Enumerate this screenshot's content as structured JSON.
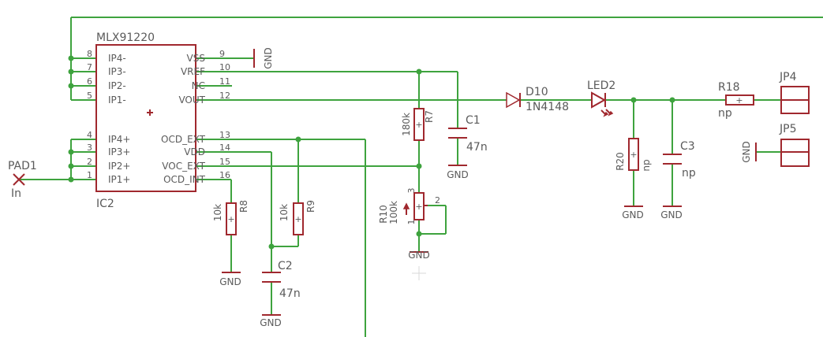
{
  "ic2": {
    "part": "MLX91220",
    "ref": "IC2",
    "left_pins": [
      {
        "num": "8",
        "name": "IP4-"
      },
      {
        "num": "7",
        "name": "IP3-"
      },
      {
        "num": "6",
        "name": "IP2-"
      },
      {
        "num": "5",
        "name": "IP1-"
      },
      {
        "num": "4",
        "name": "IP4+"
      },
      {
        "num": "3",
        "name": "IP3+"
      },
      {
        "num": "2",
        "name": "IP2+"
      },
      {
        "num": "1",
        "name": "IP1+"
      }
    ],
    "right_pins": [
      {
        "num": "9",
        "name": "VSS"
      },
      {
        "num": "10",
        "name": "VREF"
      },
      {
        "num": "11",
        "name": "NC"
      },
      {
        "num": "12",
        "name": "VOUT"
      },
      {
        "num": "13",
        "name": "OCD_EXT"
      },
      {
        "num": "14",
        "name": "VDD"
      },
      {
        "num": "15",
        "name": "VOC_EXT"
      },
      {
        "num": "16",
        "name": "OCD_INT"
      }
    ]
  },
  "pad1": {
    "ref": "PAD1",
    "value": "In"
  },
  "r7": {
    "ref": "R7",
    "value": "180k"
  },
  "r8": {
    "ref": "R8",
    "value": "10k"
  },
  "r9": {
    "ref": "R9",
    "value": "10k"
  },
  "r10": {
    "ref": "R10",
    "value": "100k",
    "pin_ccw": "1",
    "pin_wiper": "2",
    "pin_cw": "3"
  },
  "r18": {
    "ref": "R18",
    "value": "np"
  },
  "r20": {
    "ref": "R20",
    "value": "np"
  },
  "c1": {
    "ref": "C1",
    "value": "47n"
  },
  "c2": {
    "ref": "C2",
    "value": "47n"
  },
  "c3": {
    "ref": "C3",
    "value": "np"
  },
  "d10": {
    "ref": "D10",
    "value": "1N4148"
  },
  "led2": {
    "ref": "LED2"
  },
  "jp4": {
    "ref": "JP4"
  },
  "jp5": {
    "ref": "JP5"
  },
  "gnd_label": "GND"
}
